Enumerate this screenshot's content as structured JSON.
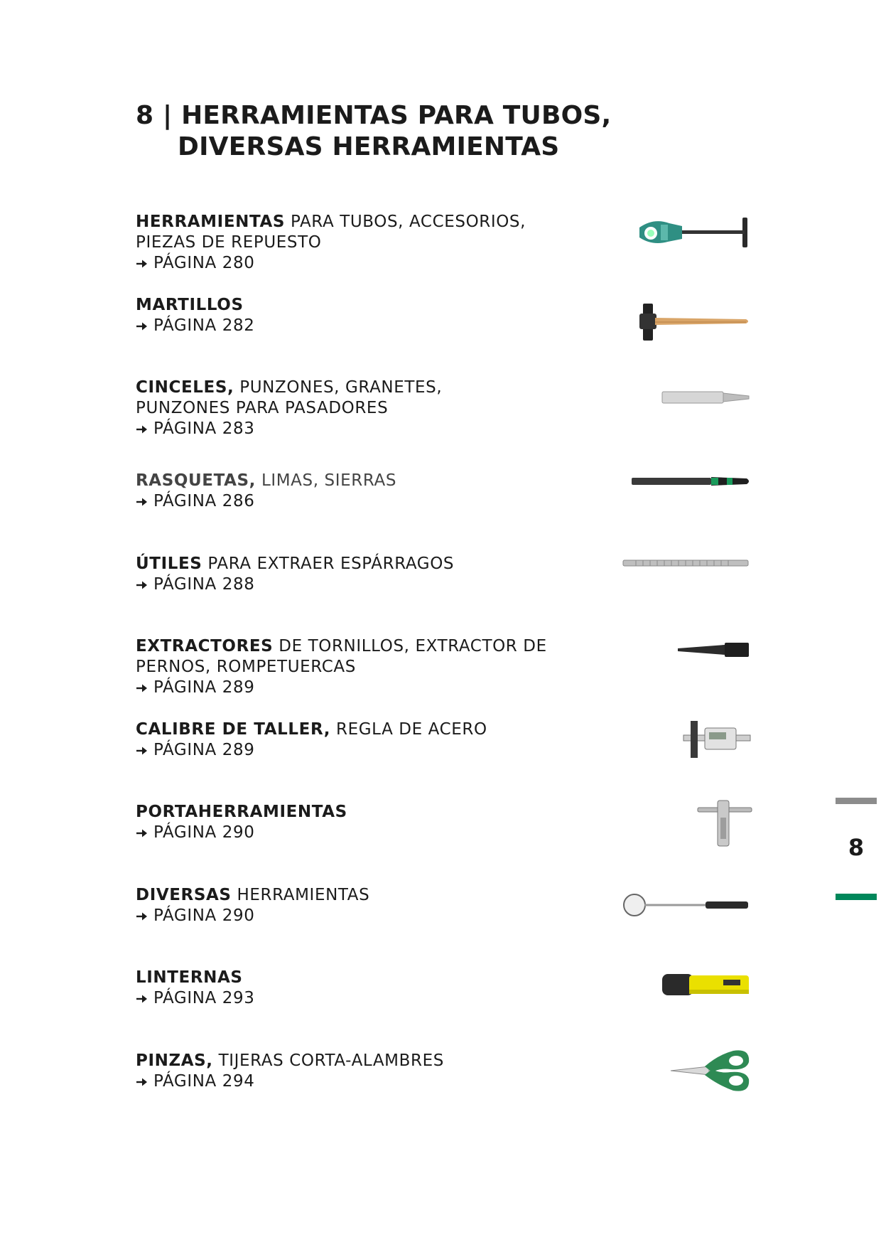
{
  "title": {
    "line1": "8 | HERRAMIENTAS PARA TUBOS,",
    "line2": "DIVERSAS HERRAMIENTAS"
  },
  "entries": [
    {
      "bold": "HERRAMIENTAS",
      "rest": " PARA TUBOS, ACCESORIOS,",
      "line2": "PIEZAS DE REPUESTO",
      "page": "PÁGINA 280",
      "icon": "pipe-cutter-icon"
    },
    {
      "bold": "MARTILLOS",
      "rest": "",
      "line2": "",
      "page": "PÁGINA 282",
      "icon": "hammer-icon"
    },
    {
      "bold": "CINCELES,",
      "rest": " PUNZONES, GRANETES,",
      "line2": "PUNZONES PARA PASADORES",
      "page": "PÁGINA 283",
      "icon": "chisel-icon"
    },
    {
      "bold": "RASQUETAS,",
      "rest": " LIMAS, SIERRAS",
      "line2": "",
      "page": "PÁGINA 286",
      "icon": "file-tool-icon"
    },
    {
      "bold": "ÚTILES",
      "rest": " PARA EXTRAER ESPÁRRAGOS",
      "line2": "",
      "page": "PÁGINA 288",
      "icon": "stud-extractor-icon"
    },
    {
      "bold": "EXTRACTORES",
      "rest": " DE TORNILLOS, EXTRACTOR DE",
      "line2": "PERNOS, ROMPETUERCAS",
      "page": "PÁGINA 289",
      "icon": "screw-extractor-icon"
    },
    {
      "bold": "CALIBRE DE TALLER,",
      "rest": " REGLA DE ACERO",
      "line2": "",
      "page": "PÁGINA 289",
      "icon": "depth-caliper-icon"
    },
    {
      "bold": "PORTAHERRAMIENTAS",
      "rest": "",
      "line2": "",
      "page": "PÁGINA 290",
      "icon": "tap-wrench-icon"
    },
    {
      "bold": "DIVERSAS",
      "rest": " HERRAMIENTAS",
      "line2": "",
      "page": "PÁGINA 290",
      "icon": "inspection-mirror-icon"
    },
    {
      "bold": "LINTERNAS",
      "rest": "",
      "line2": "",
      "page": "PÁGINA 293",
      "icon": "flashlight-icon"
    },
    {
      "bold": "PINZAS,",
      "rest": " TIJERAS CORTA-ALAMBRES",
      "line2": "",
      "page": "PÁGINA 294",
      "icon": "scissors-icon"
    }
  ],
  "chapter_tab": {
    "number": "8"
  },
  "colors": {
    "accent": "#00875a",
    "tab_gray": "#8c8c8c",
    "text": "#1b1b1b"
  }
}
